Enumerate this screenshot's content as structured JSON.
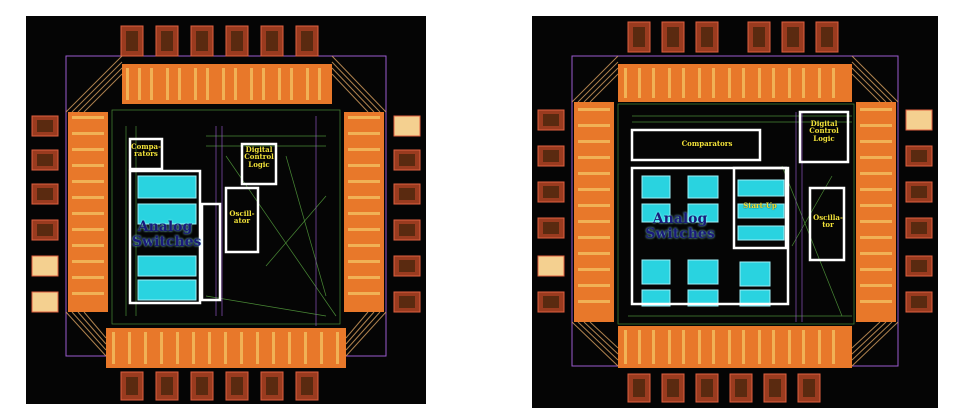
{
  "colors": {
    "background": "#050505",
    "pad": "#9a3b1f",
    "pad_core": "#5a2a10",
    "io_cell": "#e8782a",
    "io_stripe": "#f4c060",
    "block_outline": "#ffffff",
    "cyan": "#29d3e0",
    "wire_green": "#66c24a",
    "wire_purple": "#9a5ad0",
    "label": "#f2e23a"
  },
  "layouts": [
    {
      "blocks": {
        "comparators": "Compa-\nrators",
        "digital_logic": "Digital\nControl\nLogic",
        "analog_switches": "Analog\nSwitches",
        "oscillator": "Oscill-\nator"
      }
    },
    {
      "blocks": {
        "comparators": "Comparators",
        "digital_logic": "Digital\nControl\nLogic",
        "analog_switches": "Analog\nSwitches",
        "startup": "Start-Up",
        "oscillator": "Oscilla-\ntor"
      }
    }
  ]
}
